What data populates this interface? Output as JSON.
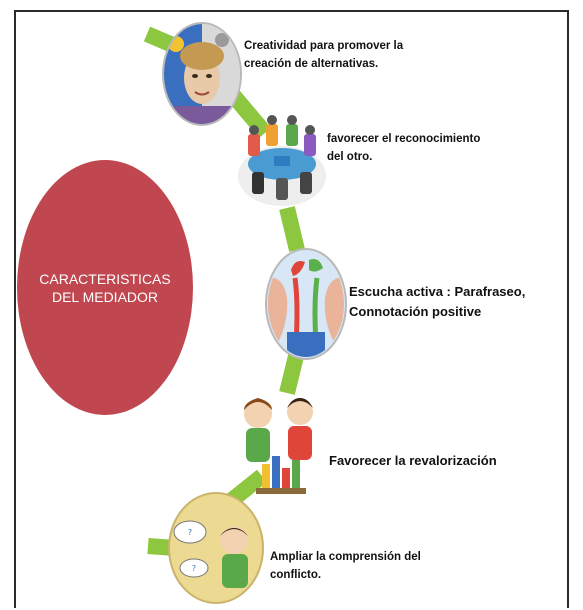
{
  "diagram": {
    "center_label": "CARACTERISTICAS DEL MEDIADOR",
    "colors": {
      "center": "#c0474f",
      "connector": "#8dc63f",
      "frame": "#2b2b2b"
    },
    "items": [
      {
        "line1": "Creatividad para promover la",
        "line2": "creación de alternativas.",
        "image": "creative-face-image"
      },
      {
        "line1": "favorecer el reconocimiento",
        "line2": "del otro.",
        "image": "round-table-meeting-image"
      },
      {
        "line1": "Escucha activa : Parafraseo,",
        "line2": "Connotación positive",
        "image": "two-heads-listening-image"
      },
      {
        "line1": "Favorecer la revalorización",
        "line2": "",
        "image": "children-building-image"
      },
      {
        "line1": "Ampliar la comprensión del",
        "line2": "conflicto.",
        "image": "child-question-image"
      }
    ]
  }
}
